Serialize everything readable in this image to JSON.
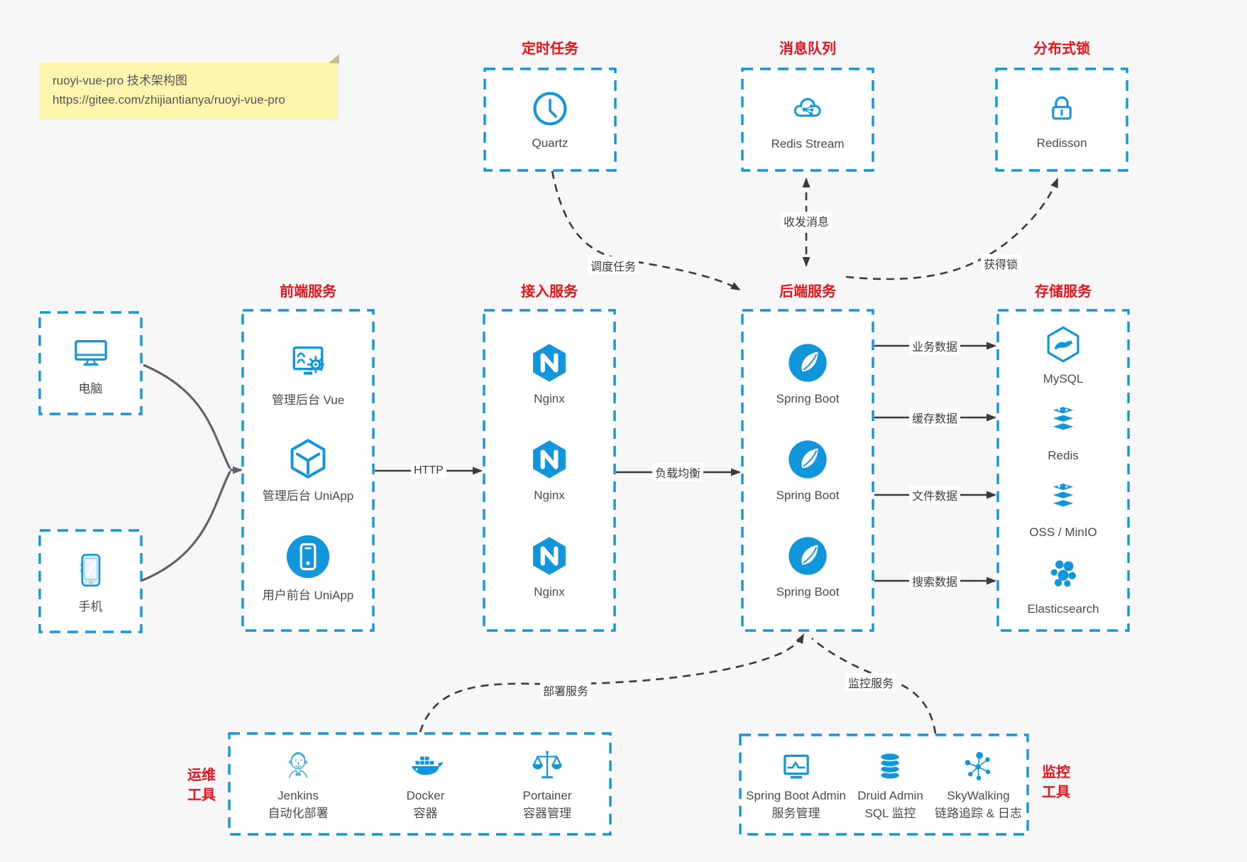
{
  "palette": {
    "accent_blue": "#1296db",
    "title_red": "#e8121a",
    "arrow_dark": "#3a3a3a",
    "client_arrow_gray": "#5f6368",
    "note_bg": "#fcf5ad",
    "page_bg": "#f7f7f8"
  },
  "note": {
    "title": "ruoyi-vue-pro 技术架构图",
    "url": "https://gitee.com/zhijiantianya/ruoyi-vue-pro"
  },
  "top_groups": [
    {
      "title": "定时任务",
      "icon": "clock-icon",
      "label": "Quartz"
    },
    {
      "title": "消息队列",
      "icon": "cloud-stream-icon",
      "label": "Redis Stream"
    },
    {
      "title": "分布式锁",
      "icon": "lock-icon",
      "label": "Redisson"
    }
  ],
  "clients": [
    {
      "icon": "computer-icon",
      "label": "电脑"
    },
    {
      "icon": "smartphone-icon",
      "label": "手机"
    }
  ],
  "columns": [
    {
      "title": "前端服务",
      "items": [
        {
          "icon": "admin-vue-icon",
          "label": "管理后台 Vue"
        },
        {
          "icon": "uniapp-cube-icon",
          "label": "管理后台 UniApp"
        },
        {
          "icon": "user-app-icon",
          "label": "用户前台 UniApp"
        }
      ]
    },
    {
      "title": "接入服务",
      "items": [
        {
          "icon": "nginx-icon",
          "label": "Nginx"
        },
        {
          "icon": "nginx-icon",
          "label": "Nginx"
        },
        {
          "icon": "nginx-icon",
          "label": "Nginx"
        }
      ]
    },
    {
      "title": "后端服务",
      "items": [
        {
          "icon": "spring-boot-icon",
          "label": "Spring Boot"
        },
        {
          "icon": "spring-boot-icon",
          "label": "Spring Boot"
        },
        {
          "icon": "spring-boot-icon",
          "label": "Spring Boot"
        }
      ]
    },
    {
      "title": "存储服务",
      "items": [
        {
          "icon": "mysql-icon",
          "label": "MySQL"
        },
        {
          "icon": "redis-stack-icon",
          "label": "Redis"
        },
        {
          "icon": "oss-minio-icon",
          "label": "OSS / MinIO"
        },
        {
          "icon": "elasticsearch-icon",
          "label": "Elasticsearch"
        }
      ]
    }
  ],
  "edge_labels": {
    "http": "HTTP",
    "load_balance": "负载均衡",
    "schedule_job": "调度任务",
    "send_receive_message": "收发消息",
    "acquire_lock": "获得锁",
    "business_data": "业务数据",
    "cache_data": "缓存数据",
    "file_data": "文件数据",
    "search_data": "搜索数据",
    "deploy_service": "部署服务",
    "monitor_service": "监控服务"
  },
  "ops_group": {
    "label_line1": "运维",
    "label_line2": "工具",
    "items": [
      {
        "icon": "jenkins-icon",
        "label": "Jenkins",
        "sublabel": "自动化部署"
      },
      {
        "icon": "docker-icon",
        "label": "Docker",
        "sublabel": "容器"
      },
      {
        "icon": "portainer-icon",
        "label": "Portainer",
        "sublabel": "容器管理"
      }
    ]
  },
  "monitor_group": {
    "label_line1": "监控",
    "label_line2": "工具",
    "items": [
      {
        "icon": "spring-boot-admin-icon",
        "label": "Spring Boot Admin",
        "sublabel": "服务管理"
      },
      {
        "icon": "druid-icon",
        "label": "Druid Admin",
        "sublabel": "SQL 监控"
      },
      {
        "icon": "skywalking-icon",
        "label": "SkyWalking",
        "sublabel": "链路追踪 & 日志"
      }
    ]
  }
}
